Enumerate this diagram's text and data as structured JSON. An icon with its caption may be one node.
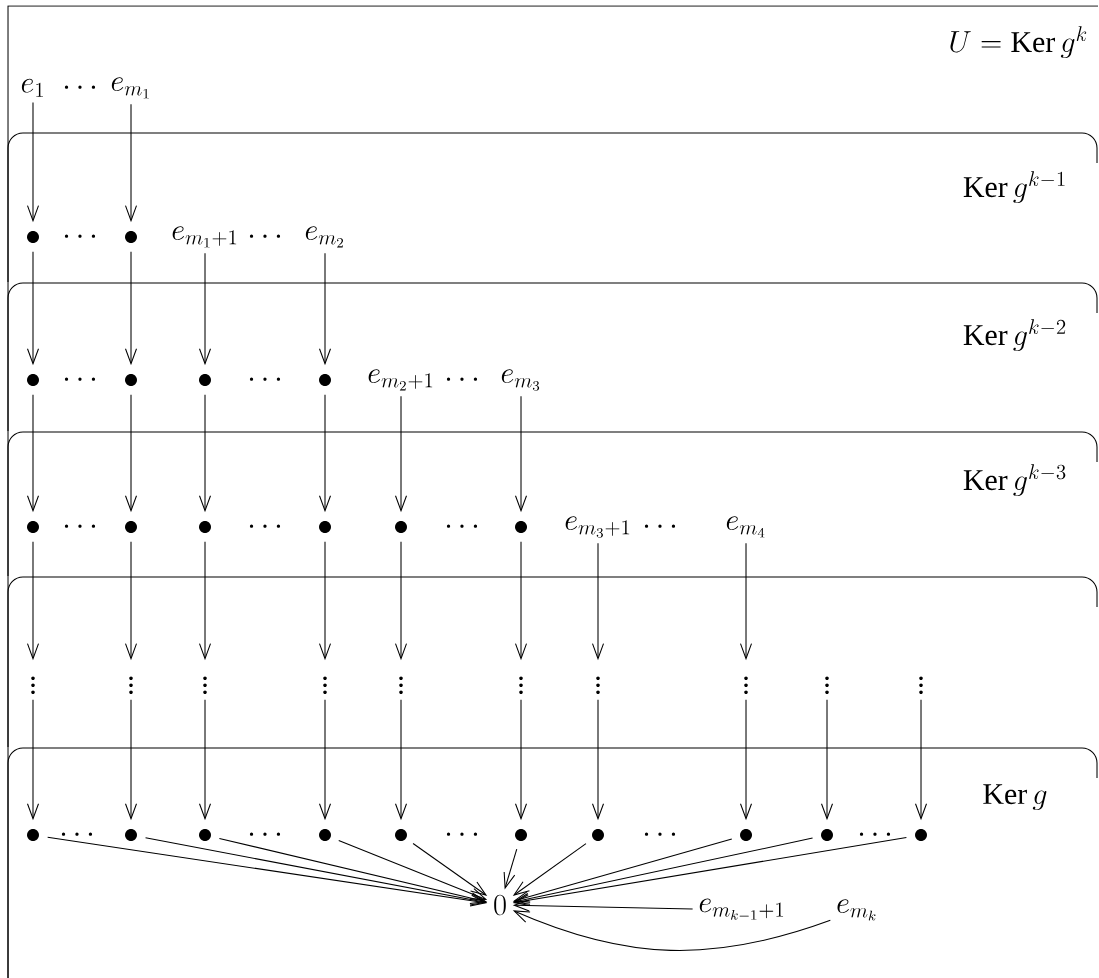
{
  "diagram": {
    "nodes": [
      {
        "text": [
          "U = \\mathrm{Ker}\\, g^k"
        ]
      },
      {
        "text": [
          "\\mathrm{Ker}\\, g^{k-1}"
        ],
        "in": 0
      },
      {
        "text": [
          "\\mathrm{Ker}\\, g^{k-2}"
        ],
        "in": 0
      },
      {
        "text": [
          "\\mathrm{Ker}\\, g^{k-3}"
        ],
        "in": 0
      },
      {
        "text": [],
        "shape": "box",
        "in": 0
      },
      {
        "text": [
          "\\mathrm{Ker}\\, g"
        ],
        "in": 0
      },
      {
        "text": [
          "e_1"
        ],
        "in": 0
      },
      {
        "text": [
          "e_{m_1}"
        ],
        "in": 0
      },
      {
        "text": [],
        "shape": "circle",
        "in": 1
      },
      {
        "text": [],
        "shape": "circle",
        "in": 1
      },
      {
        "text": [
          "e_{m_1+1}"
        ],
        "in": 1
      },
      {
        "text": [
          "e_{m_2}"
        ],
        "in": 1
      },
      {
        "text": [],
        "shape": "circle",
        "in": 2
      },
      {
        "text": [],
        "shape": "circle",
        "in": 2
      },
      {
        "text": [],
        "shape": "circle",
        "in": 2
      },
      {
        "text": [],
        "shape": "circle",
        "in": 2
      },
      {
        "text": [
          "e_{m_2+1}"
        ],
        "in": 2
      },
      {
        "text": [
          "e_{m_3}"
        ],
        "in": 2
      },
      {
        "text": [],
        "shape": "circle",
        "in": 3
      },
      {
        "text": [],
        "shape": "circle",
        "in": 3
      },
      {
        "text": [],
        "shape": "circle",
        "in": 3
      },
      {
        "text": [],
        "shape": "circle",
        "in": 3
      },
      {
        "text": [],
        "shape": "circle",
        "in": 3
      },
      {
        "text": [],
        "shape": "circle",
        "in": 3
      },
      {
        "text": [
          "e_{m_3+1}"
        ],
        "in": 3
      },
      {
        "text": [
          "e_{m_4}"
        ],
        "in": 3
      },
      {
        "text": [
          "\\vdots"
        ],
        "in": 4
      },
      {
        "text": [
          "\\vdots"
        ],
        "in": 4
      },
      {
        "text": [
          "\\vdots"
        ],
        "in": 4
      },
      {
        "text": [
          "\\vdots"
        ],
        "in": 4
      },
      {
        "text": [
          "\\vdots"
        ],
        "in": 4
      },
      {
        "text": [
          "\\vdots"
        ],
        "in": 4
      },
      {
        "text": [
          "\\vdots"
        ],
        "in": 4
      },
      {
        "text": [
          "\\vdots"
        ],
        "in": 4
      },
      {
        "text": [
          "\\vdots"
        ],
        "in": 4
      },
      {
        "text": [
          "\\vdots"
        ],
        "in": 4
      },
      {
        "text": [],
        "shape": "circle",
        "in": 5
      },
      {
        "text": [],
        "shape": "circle",
        "in": 5
      },
      {
        "text": [],
        "shape": "circle",
        "in": 5
      },
      {
        "text": [],
        "shape": "circle",
        "in": 5
      },
      {
        "text": [],
        "shape": "circle",
        "in": 5
      },
      {
        "text": [],
        "shape": "circle",
        "in": 5
      },
      {
        "text": [],
        "shape": "circle",
        "in": 5
      },
      {
        "text": [],
        "shape": "circle",
        "in": 5
      },
      {
        "text": [],
        "shape": "circle",
        "in": 5
      },
      {
        "text": [],
        "shape": "circle",
        "in": 5
      },
      {
        "text": [
          "0"
        ],
        "in": 5
      },
      {
        "text": [
          "e_{m_{k-1}+1}"
        ],
        "in": 5
      },
      {
        "text": [
          "e_{m_k}"
        ],
        "in": 5
      }
    ],
    "edges": [
      {
        "from": 6,
        "to": 8,
        "arrow": "to"
      },
      {
        "from": 7,
        "to": 9,
        "arrow": "to"
      },
      {
        "from": 8,
        "to": 12,
        "arrow": "to"
      },
      {
        "from": 9,
        "to": 13,
        "arrow": "to"
      },
      {
        "from": 10,
        "to": 14,
        "arrow": "to"
      },
      {
        "from": 11,
        "to": 15,
        "arrow": "to"
      },
      {
        "from": 12,
        "to": 18,
        "arrow": "to"
      },
      {
        "from": 13,
        "to": 19,
        "arrow": "to"
      },
      {
        "from": 14,
        "to": 20,
        "arrow": "to"
      },
      {
        "from": 15,
        "to": 21,
        "arrow": "to"
      },
      {
        "from": 16,
        "to": 22,
        "arrow": "to"
      },
      {
        "from": 17,
        "to": 23,
        "arrow": "to"
      },
      {
        "from": 18,
        "to": 26,
        "arrow": "to"
      },
      {
        "from": 19,
        "to": 27,
        "arrow": "to"
      },
      {
        "from": 20,
        "to": 28,
        "arrow": "to"
      },
      {
        "from": 21,
        "to": 29,
        "arrow": "to"
      },
      {
        "from": 22,
        "to": 30,
        "arrow": "to"
      },
      {
        "from": 23,
        "to": 31,
        "arrow": "to"
      },
      {
        "from": 24,
        "to": 32,
        "arrow": "to"
      },
      {
        "from": 25,
        "to": 33,
        "arrow": "to"
      },
      {
        "from": 26,
        "to": 36,
        "arrow": "to"
      },
      {
        "from": 27,
        "to": 37,
        "arrow": "to"
      },
      {
        "from": 28,
        "to": 38,
        "arrow": "to"
      },
      {
        "from": 29,
        "to": 39,
        "arrow": "to"
      },
      {
        "from": 30,
        "to": 40,
        "arrow": "to"
      },
      {
        "from": 31,
        "to": 41,
        "arrow": "to"
      },
      {
        "from": 32,
        "to": 42,
        "arrow": "to"
      },
      {
        "from": 33,
        "to": 43,
        "arrow": "to"
      },
      {
        "from": 34,
        "to": 44,
        "arrow": "to"
      },
      {
        "from": 35,
        "to": 45,
        "arrow": "to"
      },
      {
        "from": 36,
        "to": 46,
        "arrow": "to"
      },
      {
        "from": 37,
        "to": 46,
        "arrow": "to"
      },
      {
        "from": 38,
        "to": 46,
        "arrow": "to"
      },
      {
        "from": 39,
        "to": 46,
        "arrow": "to"
      },
      {
        "from": 40,
        "to": 46,
        "arrow": "to"
      },
      {
        "from": 41,
        "to": 46,
        "arrow": "to"
      },
      {
        "from": 42,
        "to": 46,
        "arrow": "to"
      },
      {
        "from": 43,
        "to": 46,
        "arrow": "to"
      },
      {
        "from": 44,
        "to": 46,
        "arrow": "to"
      },
      {
        "from": 45,
        "to": 46,
        "arrow": "to"
      },
      {
        "from": 47,
        "to": 46,
        "arrow": "to"
      },
      {
        "from": 48,
        "to": 46,
        "arrow": "to"
      }
    ],
    "labels": [
      "\\cdots",
      "\\cdots",
      "\\cdots",
      "\\cdots",
      "\\cdots",
      "\\cdots",
      "\\cdots",
      "\\cdots",
      "\\cdots",
      "\\cdots",
      "\\cdots",
      "\\cdots",
      "\\cdots",
      "\\cdots",
      "\\cdots"
    ]
  }
}
